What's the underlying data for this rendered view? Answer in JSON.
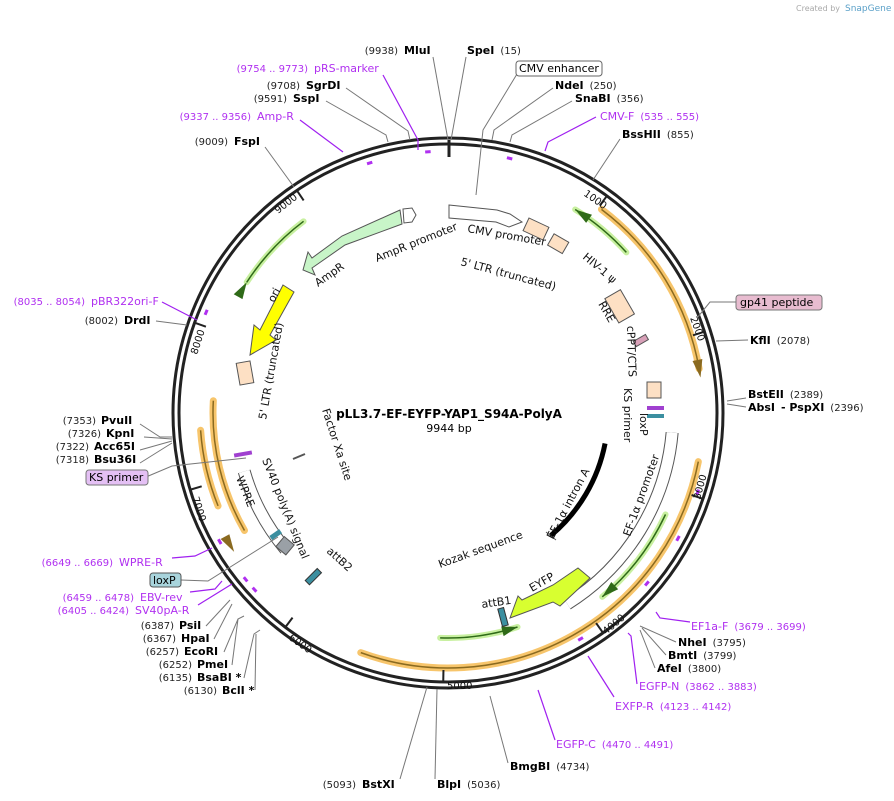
{
  "watermark": {
    "prefix": "Created by",
    "brand": "SnapGene"
  },
  "plasmid": {
    "name": "pLL3.7-EF-EYFP-YAP1_S94A-PolyA",
    "length": "9944 bp"
  },
  "ticks": [
    "1000",
    "2000",
    "3000",
    "4000",
    "5000",
    "6000",
    "7000",
    "8000",
    "9000"
  ],
  "enzymes": [
    {
      "name": "MluI",
      "pos": "(9938)"
    },
    {
      "name": "SpeI",
      "pos": "(15)"
    },
    {
      "name": "SgrDI",
      "pos": "(9708)"
    },
    {
      "name": "NdeI",
      "pos": "(250)"
    },
    {
      "name": "SspI",
      "pos": "(9591)"
    },
    {
      "name": "SnaBI",
      "pos": "(356)"
    },
    {
      "name": "FspI",
      "pos": "(9009)"
    },
    {
      "name": "BssHII",
      "pos": "(855)"
    },
    {
      "name": "DrdI",
      "pos": "(8002)"
    },
    {
      "name": "KflI",
      "pos": "(2078)"
    },
    {
      "name": "BstEII",
      "pos": "(2389)"
    },
    {
      "name": "AbsI",
      "pos": ""
    },
    {
      "name": "- PspXI",
      "pos": "(2396)"
    },
    {
      "name": "PvuII",
      "pos": "(7353)"
    },
    {
      "name": "KpnI",
      "pos": "(7326)"
    },
    {
      "name": "Acc65I",
      "pos": "(7322)"
    },
    {
      "name": "Bsu36I",
      "pos": "(7318)"
    },
    {
      "name": "PsiI",
      "pos": "(6387)"
    },
    {
      "name": "HpaI",
      "pos": "(6367)"
    },
    {
      "name": "EcoRI",
      "pos": "(6257)"
    },
    {
      "name": "PmeI",
      "pos": "(6252)"
    },
    {
      "name": "BsaBI *",
      "pos": "(6135)"
    },
    {
      "name": "BclI *",
      "pos": "(6130)"
    },
    {
      "name": "NheI",
      "pos": "(3795)"
    },
    {
      "name": "BmtI",
      "pos": "(3799)"
    },
    {
      "name": "AfeI",
      "pos": "(3800)"
    },
    {
      "name": "BmgBI",
      "pos": "(4734)"
    },
    {
      "name": "BstXI",
      "pos": "(5093)"
    },
    {
      "name": "BlpI",
      "pos": "(5036)"
    }
  ],
  "primers": [
    {
      "name": "pRS-marker",
      "range": "(9754 .. 9773)"
    },
    {
      "name": "Amp-R",
      "range": "(9337 .. 9356)"
    },
    {
      "name": "CMV-F",
      "range": "(535 .. 555)"
    },
    {
      "name": "pBR322ori-F",
      "range": "(8035 .. 8054)"
    },
    {
      "name": "WPRE-R",
      "range": "(6649 .. 6669)"
    },
    {
      "name": "EBV-rev",
      "range": "(6459 .. 6478)"
    },
    {
      "name": "SV40pA-R",
      "range": "(6405 .. 6424)"
    },
    {
      "name": "EF1a-F",
      "range": "(3679 .. 3699)"
    },
    {
      "name": "EGFP-N",
      "range": "(3862 .. 3883)"
    },
    {
      "name": "EXFP-R",
      "range": "(4123 .. 4142)"
    },
    {
      "name": "EGFP-C",
      "range": "(4470 .. 4491)"
    }
  ],
  "boxed_labels": [
    "CMV enhancer",
    "gp41 peptide",
    "KS primer",
    "loxP"
  ],
  "features": [
    "CMV promoter",
    "5' LTR (truncated)",
    "HIV-1 ψ",
    "RRE",
    "cPPT/CTS",
    "KS primer",
    "loxP",
    "EF-1α promoter",
    "EF-1α intron A",
    "Kozak sequence",
    "EYFP",
    "attB1",
    "attB2",
    "SV40 poly(A) signal",
    "WPRE",
    "Factor Xa site",
    "5' LTR (truncated)",
    "ori",
    "AmpR",
    "AmpR promoter"
  ],
  "colors": {
    "primer": "#b030f0",
    "orange_highlight": "#f7c56b",
    "green_arrow": "#4caf2a",
    "ampr_fill": "#c8f5c8",
    "ori_fill": "#ffff00",
    "eyfp_fill": "#d8ff30",
    "ltr_fill": "#fde0c4",
    "attb_fill": "#3b8fa0"
  }
}
